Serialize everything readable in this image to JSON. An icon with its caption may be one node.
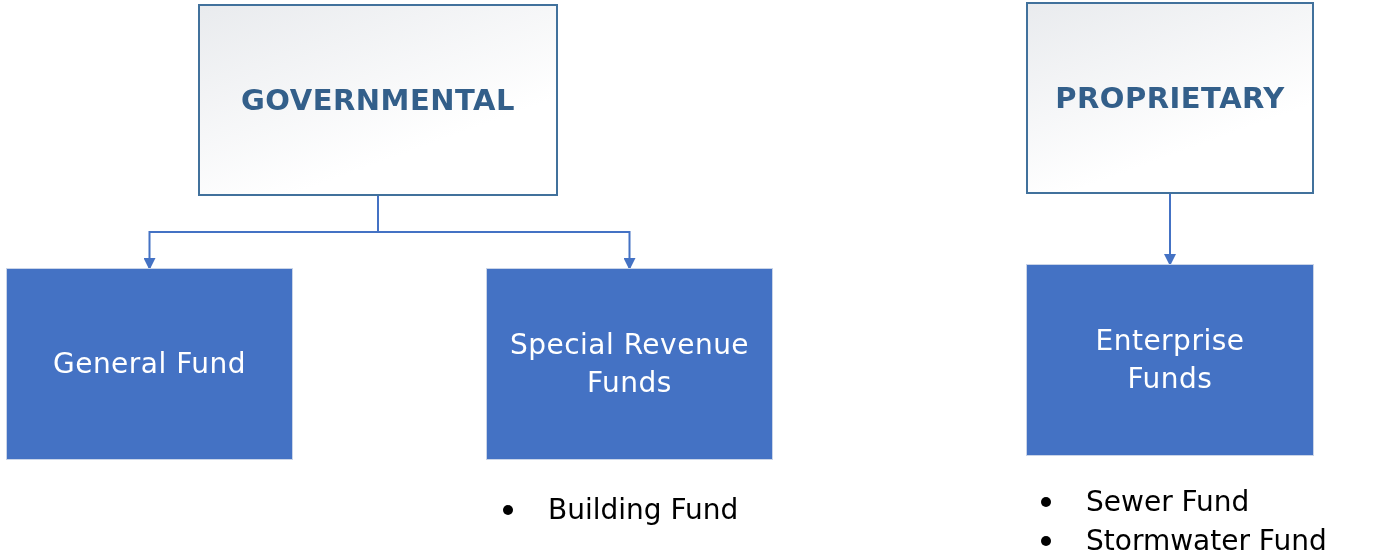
{
  "diagram": {
    "nodes": [
      {
        "text": [
          "GOVERNMENTAL"
        ]
      },
      {
        "text": [
          "General Fund"
        ]
      },
      {
        "text": [
          "Special Revenue Funds"
        ],
        "beside": [
          "Building Fund"
        ]
      },
      {
        "text": [
          "PROPRIETARY"
        ]
      },
      {
        "text": [
          "Enterprise Funds"
        ],
        "beside": [
          "Sewer Fund",
          "Stormwater Fund"
        ]
      }
    ],
    "edges": [
      {
        "from": 0,
        "to": 1,
        "arrow": "to"
      },
      {
        "from": 0,
        "to": 2,
        "arrow": "to"
      },
      {
        "from": 3,
        "to": 4,
        "arrow": "to"
      }
    ]
  }
}
